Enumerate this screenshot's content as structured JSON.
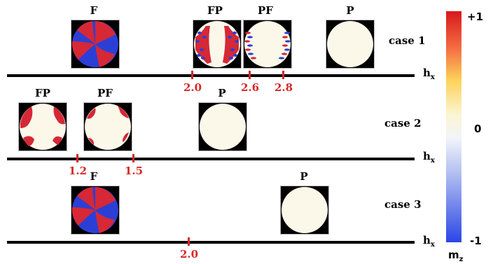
{
  "colors": {
    "up": "#d62836",
    "down": "#2b3fd6",
    "zero": "#fbf8ea",
    "axis": "#000000",
    "tick": "#d62728"
  },
  "rows": [
    {
      "case_label": "case 1",
      "axis_label": "h",
      "axis_sub": "x",
      "ticks": [
        "2.0",
        "2.6",
        "2.8"
      ],
      "phases": [
        {
          "label": "F",
          "pattern": "F"
        },
        {
          "label": "FP",
          "pattern": "FP1"
        },
        {
          "label": "PF",
          "pattern": "PF1"
        },
        {
          "label": "P",
          "pattern": "P"
        }
      ]
    },
    {
      "case_label": "case 2",
      "axis_label": "h",
      "axis_sub": "x",
      "ticks": [
        "1.2",
        "1.5"
      ],
      "phases": [
        {
          "label": "FP",
          "pattern": "FP2"
        },
        {
          "label": "PF",
          "pattern": "PF2"
        },
        {
          "label": "P",
          "pattern": "P"
        }
      ]
    },
    {
      "case_label": "case 3",
      "axis_label": "h",
      "axis_sub": "x",
      "ticks": [
        "2.0"
      ],
      "phases": [
        {
          "label": "F",
          "pattern": "F"
        },
        {
          "label": "P",
          "pattern": "P"
        }
      ]
    }
  ],
  "colorbar": {
    "max_label": "+1",
    "mid_label": "0",
    "min_label": "-1",
    "quantity": "m",
    "quantity_sub": "z"
  }
}
